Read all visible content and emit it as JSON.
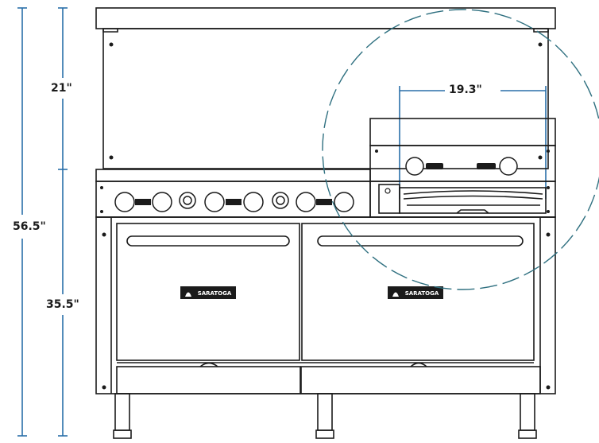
{
  "dimensions": {
    "overall_height": "56.5\"",
    "backsplash_height": "21\"",
    "lower_height": "35.5\"",
    "broiler_width": "19.3\""
  },
  "brand": {
    "logo_text": "SARATOGA"
  },
  "colors": {
    "line": "#1b1b1b",
    "dimension_blue": "#2a6fa8",
    "callout_circle": "#2f7080"
  }
}
